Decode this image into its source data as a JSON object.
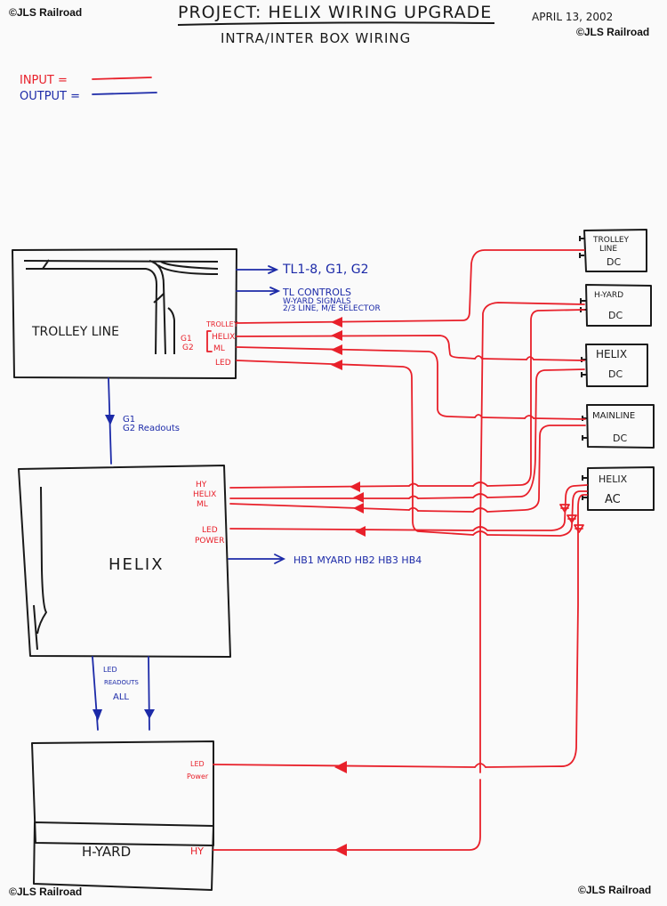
{
  "watermark": "©JLS Railroad",
  "header": {
    "title": "PROJECT: HELIX WIRING UPGRADE",
    "subtitle": "INTRA/INTER BOX WIRING",
    "date": "APRIL 13, 2002"
  },
  "legend": {
    "input_label": "INPUT =",
    "output_label": "OUTPUT =",
    "input_color": "#e8202a",
    "output_color": "#1c2aa8"
  },
  "boxes": {
    "trolley_line": {
      "label": "TROLLEY LINE",
      "inputs": [
        "TROLLEY",
        "HELIX",
        "ML",
        "LED"
      ],
      "bracket_label_1": "G1",
      "bracket_label_2": "G2",
      "outputs": [
        {
          "text": "TL1-8, G1, G2"
        },
        {
          "lines": [
            "TL CONTROLS",
            "W-YARD SIGNALS",
            "2/3 LINE, M/E SELECTOR"
          ]
        }
      ],
      "down_label_1": "G1",
      "down_label_2": "G2 Readouts"
    },
    "helix": {
      "label": "HELIX",
      "inputs": [
        "HY",
        "HELIX",
        "ML"
      ],
      "power_label_1": "LED",
      "power_label_2": "POWER",
      "output": "HB1 MYARD HB2 HB3 HB4",
      "down_label": [
        "LED",
        "READOUTS",
        "ALL"
      ]
    },
    "led_panel": {
      "input_1": "LED",
      "input_2": "Power"
    },
    "h_yard": {
      "label": "H-YARD",
      "input": "HY"
    },
    "power_supplies": [
      {
        "line1": "TROLLEY",
        "line2": "LINE",
        "line3": "DC"
      },
      {
        "line1": "H-YARD",
        "line3": "DC"
      },
      {
        "line1": "HELIX",
        "line3": "DC"
      },
      {
        "line1": "MAINLINE",
        "line3": "DC"
      },
      {
        "line1": "HELIX",
        "line3": "AC"
      }
    ]
  }
}
